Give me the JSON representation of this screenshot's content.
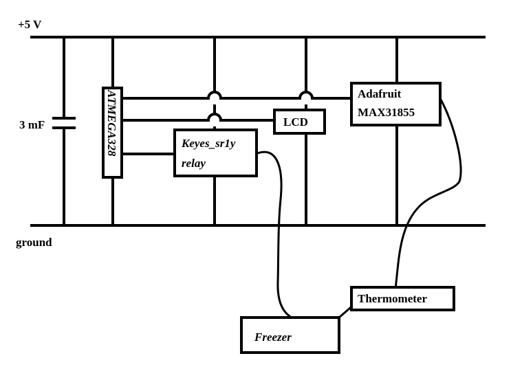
{
  "rails": {
    "power_label": "+5 V",
    "ground_label": "ground"
  },
  "capacitor": {
    "label": "3 mF"
  },
  "components": {
    "mcu": {
      "label": "ATMEGA328"
    },
    "relay": {
      "line1": "Keyes_sr1y",
      "line2": "relay"
    },
    "lcd": {
      "label": "LCD"
    },
    "amplifier": {
      "line1": "Adafruit",
      "line2": "MAX31855"
    },
    "freezer": {
      "label": "Freezer"
    },
    "thermometer": {
      "label": "Thermometer"
    }
  },
  "colors": {
    "ink": "#000000",
    "background": "#ffffff"
  }
}
